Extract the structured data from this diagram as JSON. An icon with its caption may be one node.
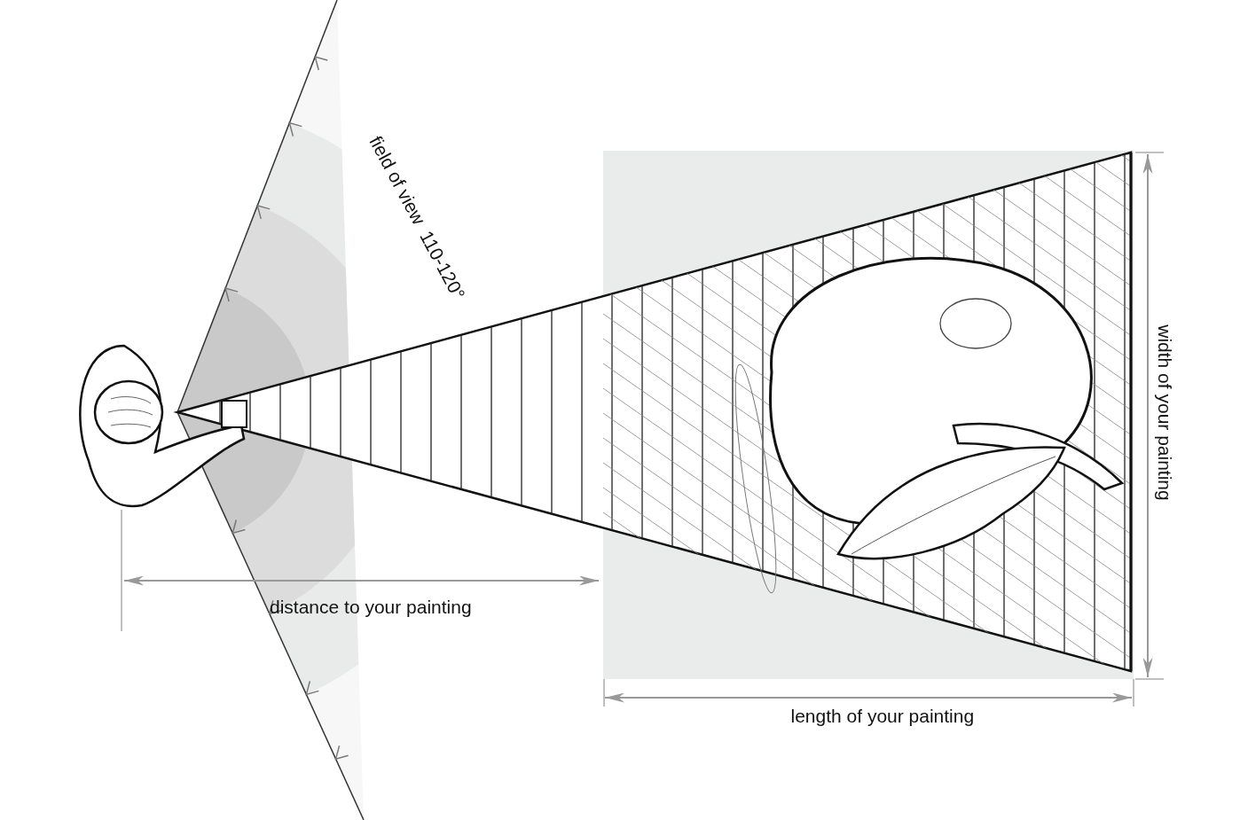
{
  "diagram": {
    "labels": [
      "field of view  110-120°",
      "distance to your painting",
      "width of your painting",
      "length of your painting"
    ]
  }
}
